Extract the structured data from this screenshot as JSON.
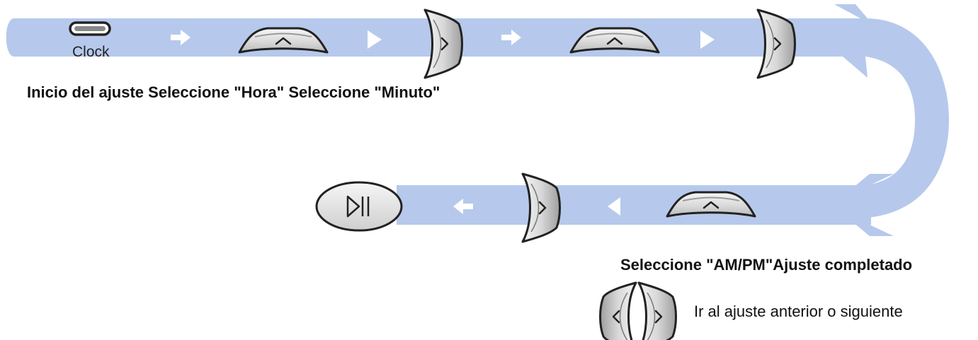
{
  "diagram": {
    "clock_button_label": "Clock",
    "caption_top": "Inicio del ajuste Seleccione \"Hora\" Seleccione \"Minuto\"",
    "caption_bottom": "Seleccione \"AM/PM\"Ajuste completado",
    "legend_text": "Ir al ajuste anterior o siguiente",
    "icons": {
      "clock_button": "clock-button-icon",
      "up_button": "up-arrow-button-icon",
      "next_button": "next-right-button-icon",
      "play_pause_button": "play-pause-button-icon",
      "prev_next_pair": "prev-next-pair-icon",
      "step_arrow": "step-arrow-icon",
      "step_triangle": "step-triangle-icon"
    },
    "colors": {
      "flow_band": "#B6C9EC",
      "button_fill": "#EDEDED",
      "button_stroke": "#222222",
      "step_marker": "#FFFFFF",
      "text": "#111111"
    }
  }
}
